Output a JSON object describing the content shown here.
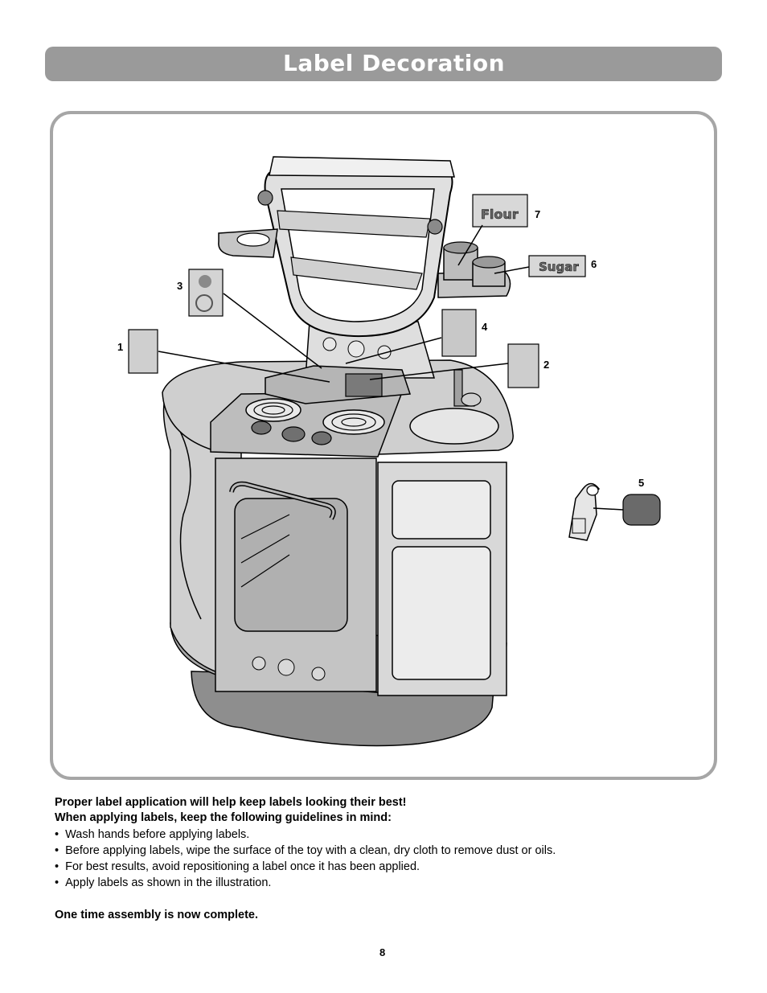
{
  "title": "Label Decoration",
  "illustration": {
    "callouts": [
      "1",
      "2",
      "3",
      "4",
      "5",
      "6",
      "7"
    ],
    "label_texts": {
      "flour": "Flour",
      "sugar": "Sugar"
    }
  },
  "instructions": {
    "intro_line1": "Proper label application will help keep labels looking their best!",
    "intro_line2": "When applying labels, keep the following guidelines in mind:",
    "bullets": [
      "Wash hands before applying labels.",
      "Before applying labels, wipe the surface of the toy with a clean, dry cloth to remove dust or oils.",
      "For best results, avoid repositioning a label once it has been applied.",
      "Apply labels as shown in the illustration."
    ],
    "completion": "One time assembly is now complete."
  },
  "page_number": "8",
  "colors": {
    "header_bar": "#9a9a9a",
    "frame_border": "#a6a6a6",
    "toy_gray": "#c8c8c8",
    "toy_dark": "#8a8a8a"
  }
}
